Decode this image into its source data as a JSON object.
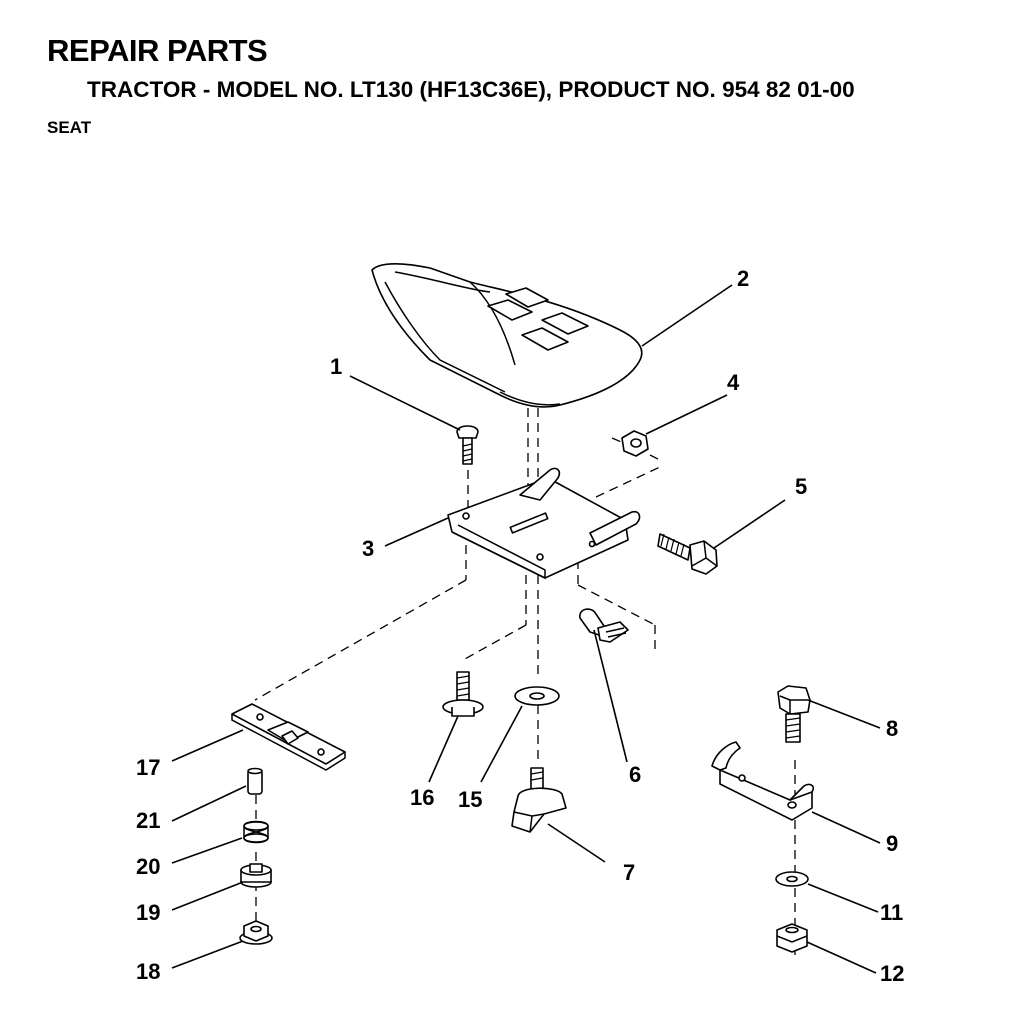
{
  "header": {
    "section": "REPAIR PARTS",
    "model_line": "TRACTOR - MODEL NO. LT130 (HF13C36E), PRODUCT NO. 954 82 01-00",
    "subsection": "SEAT"
  },
  "callouts": {
    "c1": "1",
    "c2": "2",
    "c3": "3",
    "c4": "4",
    "c5": "5",
    "c6": "6",
    "c7": "7",
    "c8": "8",
    "c9": "9",
    "c11": "11",
    "c12": "12",
    "c15": "15",
    "c16": "16",
    "c17": "17",
    "c18": "18",
    "c19": "19",
    "c20": "20",
    "c21": "21"
  }
}
